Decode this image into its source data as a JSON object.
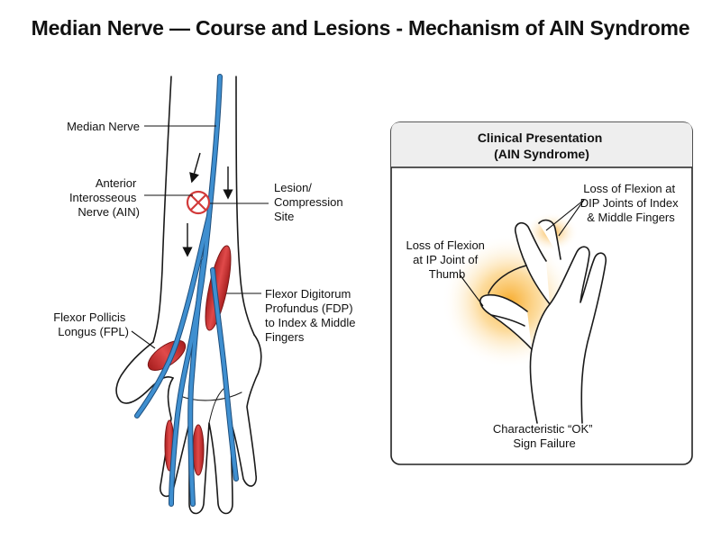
{
  "title": "Median Nerve — Course and Lesions - Mechanism of AIN Syndrome",
  "left_labels": {
    "median_nerve": "Median Nerve",
    "ain": [
      "Anterior",
      "Interosseous",
      "Nerve (AIN)"
    ],
    "lesion": [
      "Lesion/",
      "Compression",
      "Site"
    ],
    "fdp": [
      "Flexor Digitorum",
      "Profundus (FDP)",
      "to Index & Middle",
      "Fingers"
    ],
    "fpl": [
      "Flexor Pollicis",
      "Longus (FPL)"
    ]
  },
  "panel": {
    "title": [
      "Clinical Presentation",
      "(AIN Syndrome)"
    ],
    "dip_label": [
      "Loss of Flexion at",
      "DIP Joints of Index",
      "& Middle Fingers"
    ],
    "ip_label": [
      "Loss of Flexion",
      "at IP Joint of",
      "Thumb"
    ],
    "caption": [
      "Characteristic “OK”",
      "Sign Failure"
    ]
  },
  "colors": {
    "nerve": "#3f8fd0",
    "muscle": "#d93a3a",
    "lesion": "#d23a3a",
    "glow": "#f7a823",
    "panel_header": "#eeeeee"
  }
}
